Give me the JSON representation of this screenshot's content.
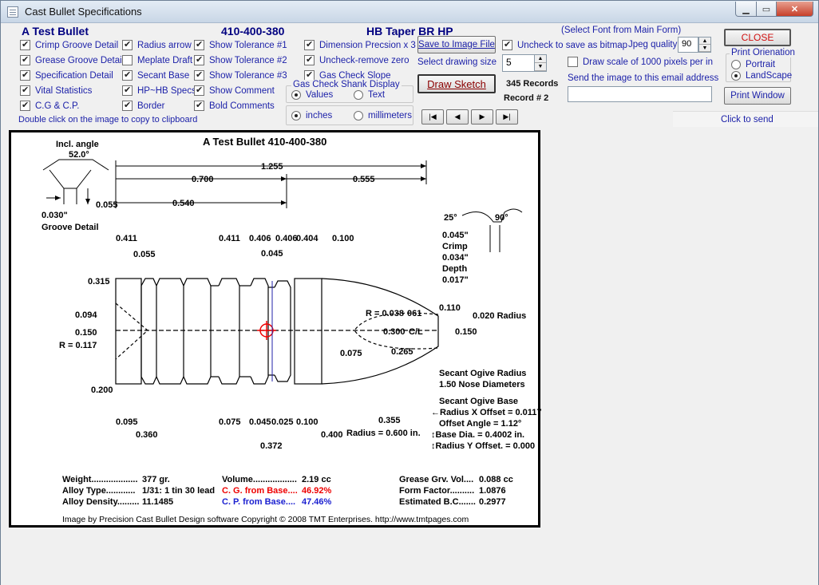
{
  "window": {
    "title": "Cast Bullet Specifications"
  },
  "header": {
    "bullet_name": "A Test Bullet",
    "bullet_code": "410-400-380",
    "bullet_style": "HB Taper BR HP",
    "font_note": "(Select  Font from Main Form)"
  },
  "checks": [
    {
      "label": "Crimp Groove Detail",
      "checked": true
    },
    {
      "label": "Grease Groove Detail",
      "checked": true
    },
    {
      "label": "Specification Detail",
      "checked": true
    },
    {
      "label": "Vital Statistics",
      "checked": true
    },
    {
      "label": "C.G & C.P.",
      "checked": true
    },
    {
      "label": "Radius arrow",
      "checked": true
    },
    {
      "label": "Meplate Draft",
      "checked": false
    },
    {
      "label": "Secant Base",
      "checked": true
    },
    {
      "label": "HP~HB Specs",
      "checked": true
    },
    {
      "label": "Border",
      "checked": true
    },
    {
      "label": "Show Tolerance #1",
      "checked": true
    },
    {
      "label": "Show Tolerance #2",
      "checked": true
    },
    {
      "label": "Show Tolerance #3",
      "checked": true
    },
    {
      "label": "Show Comment",
      "checked": true
    },
    {
      "label": "Bold Comments",
      "checked": true
    },
    {
      "label": "Dimension Precsion x 3",
      "checked": true
    },
    {
      "label": "Uncheck-remove zero",
      "checked": true
    },
    {
      "label": "Gas Check Slope",
      "checked": true
    },
    {
      "label": "Uncheck to save as bitmap",
      "checked": true
    },
    {
      "label": "Draw scale of 1000 pixels per in",
      "checked": false
    }
  ],
  "clipboard_hint": "Double click on the image to copy to clipboard",
  "gas_check": {
    "label": "Gas Check Shank Display",
    "options": [
      "Values",
      "Text"
    ],
    "selected": "Values"
  },
  "units": {
    "options": [
      "inches",
      "millimeters"
    ],
    "selected": "inches"
  },
  "buttons": {
    "save_image": "Save to Image File",
    "draw_sketch": "Draw  Sketch",
    "close": "CLOSE",
    "print_window": "Print Window",
    "first": "|◀",
    "prev": "◀",
    "next": "▶",
    "last": "▶|"
  },
  "drawing_size": {
    "label": "Select drawing size",
    "value": "5"
  },
  "records": {
    "count": "345  Records",
    "current": "Record #   2"
  },
  "jpeg": {
    "label": "Jpeg quality",
    "value": "90"
  },
  "email": {
    "label": "Send the image to this email address",
    "value": "",
    "click_to_send": "Click to  send"
  },
  "print": {
    "label": "Print Orienation",
    "options": [
      "Portrait",
      "LandScape"
    ],
    "selected": "LandScape"
  },
  "drawing": {
    "title": "A Test Bullet   410-400-380",
    "incl_angle_label": "Incl. angle",
    "incl_angle_value": "52.0°",
    "groove_detail": "Groove Detail",
    "groove_030": "0.030\"",
    "groove_055": "0.055",
    "dims_top": [
      "1.255",
      "0.700",
      "0.555",
      "0.540"
    ],
    "crimp": {
      "a25": "25°",
      "a90": "90°",
      "d045": "0.045\"",
      "crimp": "Crimp",
      "d034": "0.034\"",
      "depth": "Depth",
      "d017": "0.017\""
    },
    "diameters": [
      "0.411",
      "0.055",
      "0.411",
      "0.406",
      "0.406",
      "0.404",
      "0.045",
      "0.100"
    ],
    "left_dims": [
      "0.315",
      "0.094",
      "0.150",
      "R = 0.117",
      "0.200"
    ],
    "hp": {
      "r038": "R = 0.038",
      "d061": "061",
      "d110": "0.110",
      "radius020": "0.020 Radius",
      "d300": "0.300",
      "cl": "C/L",
      "d150": "0.150",
      "d075": "0.075",
      "d265": "0.265"
    },
    "bottom_dims": [
      "0.095",
      "0.360",
      "0.075",
      "0.045",
      "0.025",
      "0.100",
      "0.372",
      "0.355",
      "0.400"
    ],
    "radius_label": "Radius = 0.600 in.",
    "ogive": [
      "Secant Ogive Radius",
      "1.50  Nose Diameters",
      "Secant Ogive Base",
      "←Radius X Offset = 0.0117",
      "Offset Angle = 1.12°",
      "↕Base Dia. = 0.4002 in.",
      "↕Radius Y Offset. = 0.000"
    ],
    "stats": [
      {
        "label": "Weight...................",
        "value": "377 gr."
      },
      {
        "label": "Alloy Type............",
        "value": "1/31:  1 tin 30 lead"
      },
      {
        "label": "Alloy Density.........",
        "value": "11.1485"
      },
      {
        "label": "Volume..................",
        "value": "2.19 cc"
      },
      {
        "label": "C. G. from Base....",
        "value": "46.92%"
      },
      {
        "label": "C. P. from Base....",
        "value": "47.46%"
      },
      {
        "label": "Grease Grv. Vol....",
        "value": "0.088 cc"
      },
      {
        "label": "Form Factor..........",
        "value": "1.0876"
      },
      {
        "label": "Estimated B.C.......",
        "value": "0.2977"
      }
    ],
    "copyright": "Image by Precision Cast Bullet Design software  Copyright © 2008 TMT Enterprises.   http://www.tmtpages.com"
  }
}
